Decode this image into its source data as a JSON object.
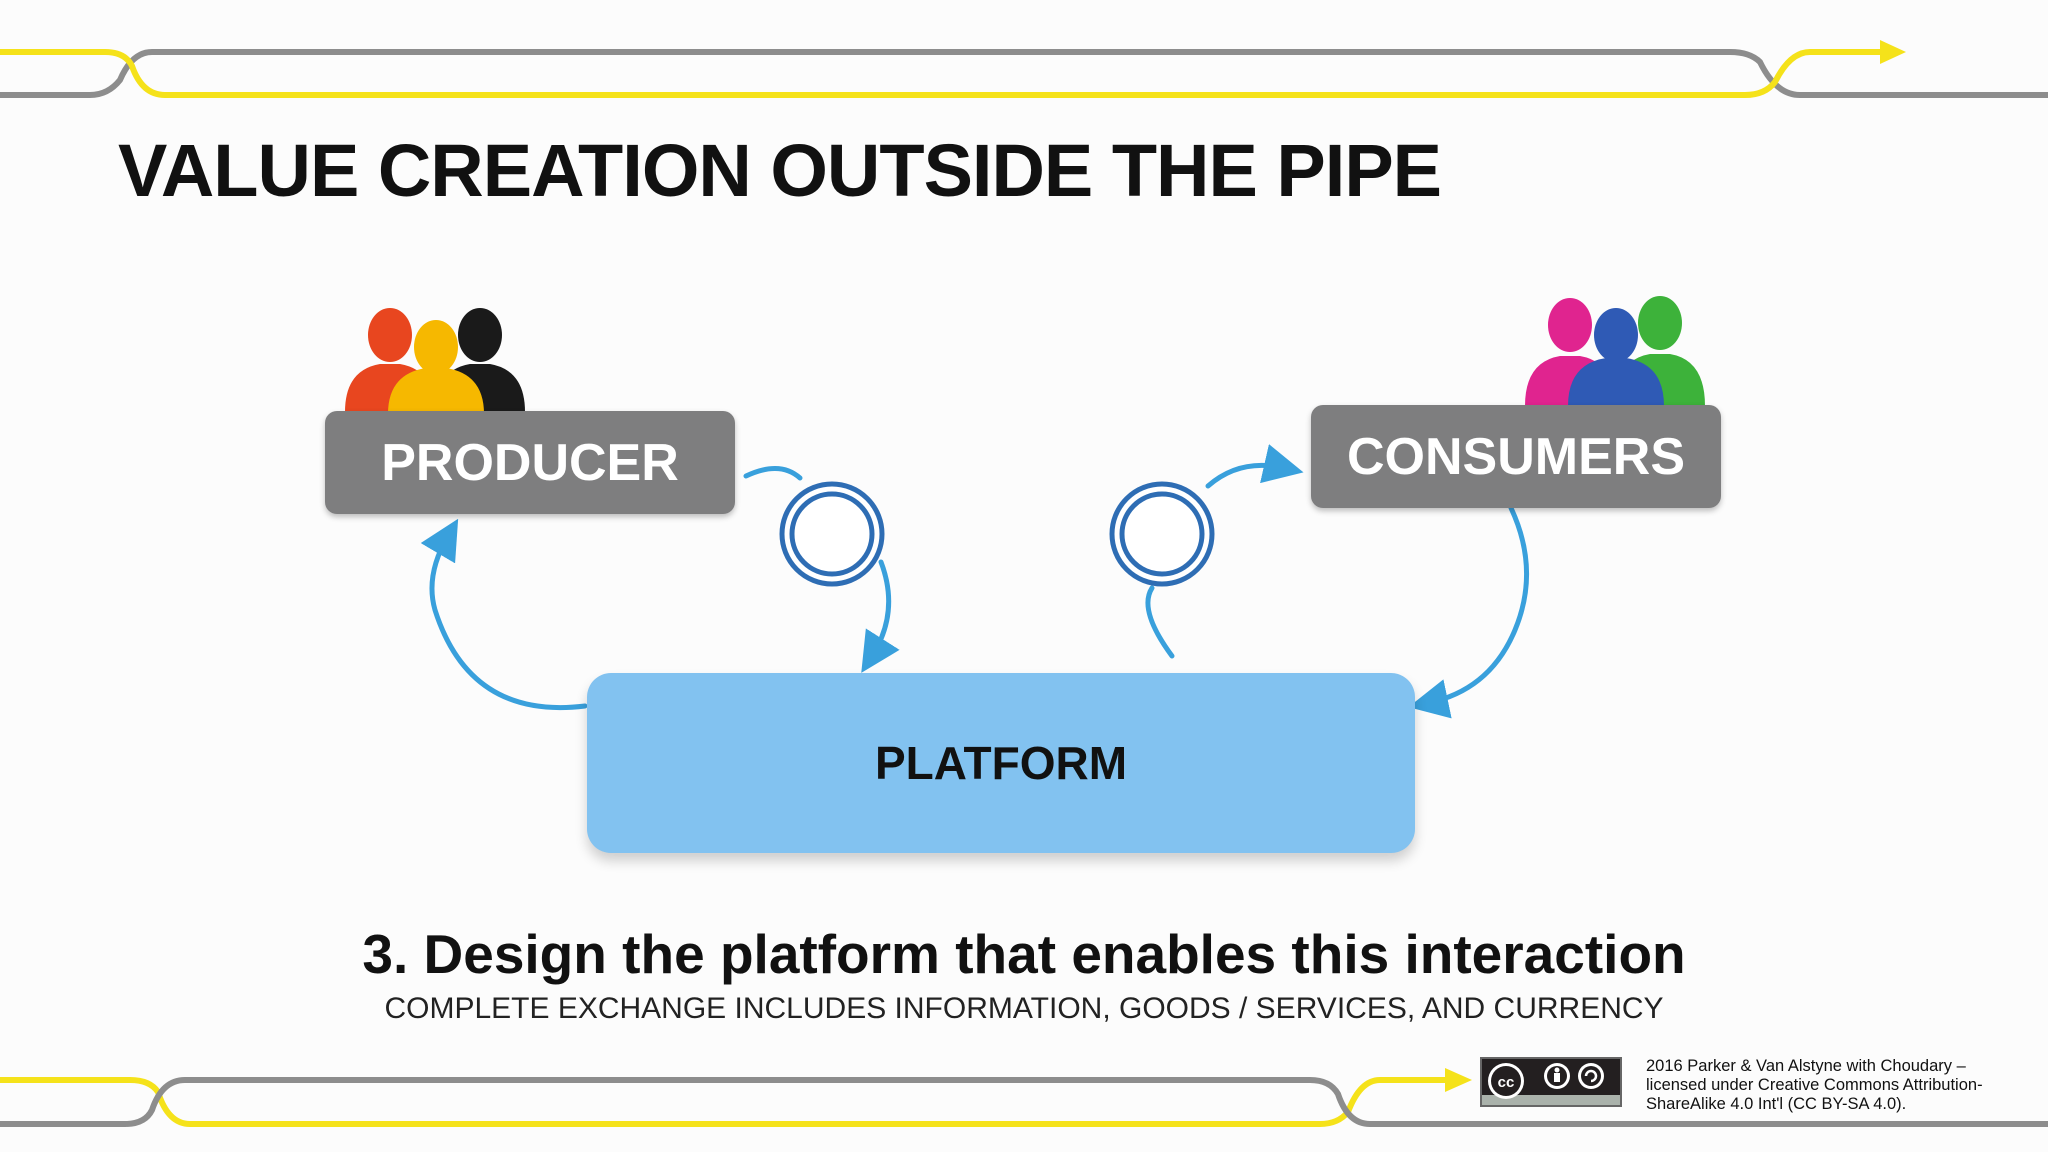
{
  "slide": {
    "title": "VALUE CREATION OUTSIDE THE PIPE",
    "heading": "3. Design the platform that enables this interaction",
    "subheading": "COMPLETE EXCHANGE INCLUDES INFORMATION, GOODS / SERVICES, AND CURRENCY"
  },
  "diagram": {
    "producer_label": "PRODUCER",
    "consumers_label": "CONSUMERS",
    "platform_label": "PLATFORM",
    "producer_people_colors": [
      "#e8461f",
      "#f6b800",
      "#1a1a1a"
    ],
    "consumer_people_colors": [
      "#e0248f",
      "#2f5ab5",
      "#3db23a"
    ],
    "arrow_color": "#39a0dc",
    "ring_color": "#2e6db4"
  },
  "footer": {
    "license_badge_icon": "creative-commons-by-sa-icon",
    "credit_text": "2016  Parker & Van Alstyne with Choudary –\nlicensed under Creative Commons Attribution-\nShareAlike 4.0 Int'l (CC BY-SA 4.0)."
  },
  "colors": {
    "track_yellow": "#f5e21a",
    "track_gray": "#8d8d8d",
    "box_gray": "#7e7e7f",
    "platform_blue": "#82c2f0"
  }
}
